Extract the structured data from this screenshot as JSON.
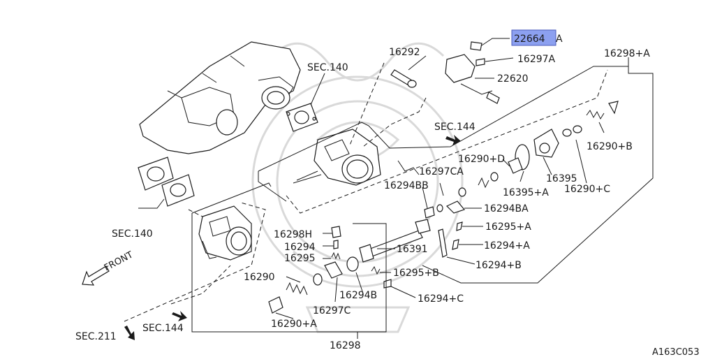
{
  "diagram_code": "A163C053",
  "highlight_color": "#8ca0f0",
  "callouts": {
    "c22664": "22664",
    "c22664_suffix": "A",
    "c16292": "16292",
    "c16297A": "16297A",
    "c22620": "22620",
    "c16298A_top": "16298+A",
    "sec140_top": "SEC.140",
    "sec144_mid": "SEC.144",
    "c16290B": "16290+B",
    "c16290D": "16290+D",
    "c16297CA": "16297CA",
    "c16395": "16395",
    "c16395A": "16395+A",
    "c16290C": "16290+C",
    "c16294BB": "16294BB",
    "c16294BA": "16294BA",
    "c16295A": "16295+A",
    "c16294A": "16294+A",
    "c16294B_plus": "16294+B",
    "sec140_left": "SEC.140",
    "c16298H": "16298H",
    "c16294": "16294",
    "c16295": "16295",
    "c16391": "16391",
    "c16290": "16290",
    "c16295B": "16295+B",
    "c16294B": "16294B",
    "c16297C": "16297C",
    "c16294C": "16294+C",
    "c16290A": "16290+A",
    "sec144_low": "SEC.144",
    "sec211": "SEC.211",
    "c16298": "16298",
    "front": "FRONT"
  }
}
